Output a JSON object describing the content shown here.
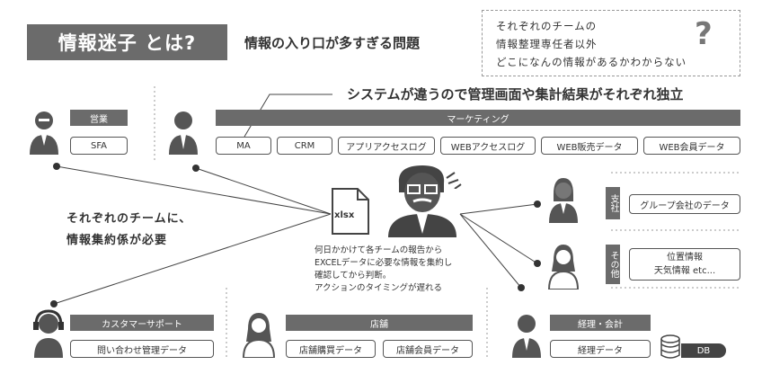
{
  "title": "情報迷子 とは?",
  "subtitle": "情報の入り口が多すぎる問題",
  "question_box": {
    "lines": [
      "それぞれのチームの",
      "情報整理専任者以外",
      "どこになんの情報があるかわからない"
    ],
    "mark": "?"
  },
  "callout": "システムが違うので管理画面や集計結果がそれぞれ独立",
  "teams": {
    "sales": {
      "header": "営業",
      "items": [
        "SFA"
      ]
    },
    "marketing": {
      "header": "マーケティング",
      "items": [
        "MA",
        "CRM",
        "アプリアクセスログ",
        "WEBアクセスログ",
        "WEB販売データ",
        "WEB会員データ"
      ]
    },
    "branch": {
      "header": "支社",
      "items": [
        "グループ会社のデータ"
      ]
    },
    "other": {
      "header": "その他",
      "items": [
        "位置情報",
        "天気情報 etc..."
      ]
    },
    "customer_support": {
      "header": "カスタマーサポート",
      "items": [
        "問い合わせ管理データ"
      ]
    },
    "store": {
      "header": "店舗",
      "items": [
        "店舗購買データ",
        "店舗会員データ"
      ]
    },
    "accounting": {
      "header": "経理・会計",
      "items": [
        "経理データ"
      ]
    }
  },
  "db_label": "DB",
  "file_label": "xlsx",
  "left_note": [
    "それぞれのチームに、",
    "情報集約係が必要"
  ],
  "center_note": [
    "何日かかけて各チームの報告から",
    "EXCELデータに必要な情報を集約し",
    "確認してから判断。",
    "アクションのタイミングが遅れる"
  ],
  "colors": {
    "header_bg": "#6b6b6b",
    "text": "#333333"
  }
}
